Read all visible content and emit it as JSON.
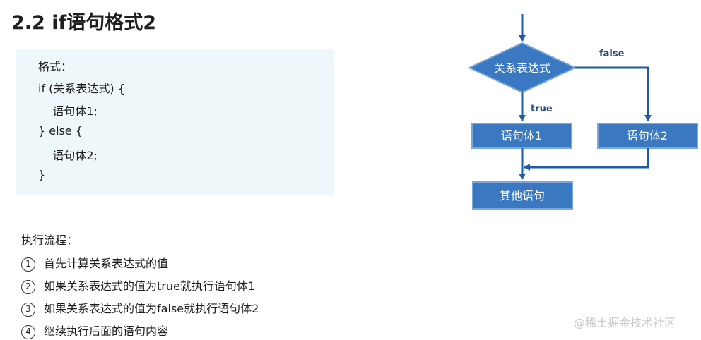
{
  "title": "2.2 if语句格式2",
  "code": {
    "lines": [
      "格式：",
      "if (关系表达式) {",
      "    语句体1;",
      "} else {",
      "    语句体2;",
      "}"
    ]
  },
  "flow": {
    "section_title": "执行流程：",
    "steps": [
      {
        "num": "1",
        "text": "首先计算关系表达式的值"
      },
      {
        "num": "2",
        "text": "如果关系表达式的值为true就执行语句体1"
      },
      {
        "num": "3",
        "text": "如果关系表达式的值为false就执行语句体2"
      },
      {
        "num": "4",
        "text": "继续执行后面的语句内容"
      }
    ]
  },
  "flowchart": {
    "decision": "关系表达式",
    "true_label": "true",
    "false_label": "false",
    "box1": "语句体1",
    "box2": "语句体2",
    "box3": "其他语句",
    "colors": {
      "shape_fill": "#3a78c2",
      "shape_border": "#7aa7dd",
      "arrow": "#1f5aa8",
      "label": "#2a4a7a"
    }
  },
  "watermark": "@稀土掘金技术社区"
}
